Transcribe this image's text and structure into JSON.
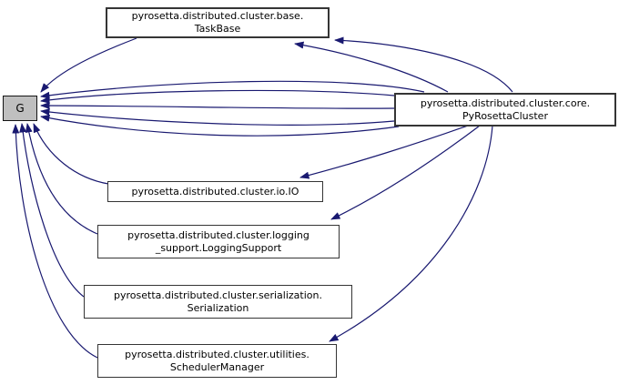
{
  "diagram": {
    "type": "class-collaboration-graph",
    "background_color": "#ffffff",
    "edge_color": "#191970",
    "node_fill": "#ffffff",
    "node_border_color": "#353535",
    "current_node_fill": "#bfbfbf",
    "nodes": {
      "g": {
        "label": "G"
      },
      "taskbase": {
        "line1": "pyrosetta.distributed.cluster.base.",
        "line2": "TaskBase"
      },
      "core": {
        "line1": "pyrosetta.distributed.cluster.core.",
        "line2": "PyRosettaCluster"
      },
      "io": {
        "line1": "pyrosetta.distributed.cluster.io.IO"
      },
      "logging": {
        "line1": "pyrosetta.distributed.cluster.logging",
        "line2": "_support.LoggingSupport"
      },
      "serialization": {
        "line1": "pyrosetta.distributed.cluster.serialization.",
        "line2": "Serialization"
      },
      "utilities": {
        "line1": "pyrosetta.distributed.cluster.utilities.",
        "line2": "SchedulerManager"
      }
    },
    "edges": [
      {
        "from": "core",
        "to": "taskbase"
      },
      {
        "from": "core",
        "to": "taskbase"
      },
      {
        "from": "core",
        "to": "io"
      },
      {
        "from": "core",
        "to": "logging"
      },
      {
        "from": "core",
        "to": "utilities"
      },
      {
        "from": "core",
        "to": "g"
      },
      {
        "from": "core",
        "to": "g"
      },
      {
        "from": "core",
        "to": "g"
      },
      {
        "from": "core",
        "to": "g"
      },
      {
        "from": "core",
        "to": "g"
      },
      {
        "from": "taskbase",
        "to": "g"
      },
      {
        "from": "io",
        "to": "g"
      },
      {
        "from": "logging",
        "to": "g"
      },
      {
        "from": "serialization",
        "to": "g"
      },
      {
        "from": "utilities",
        "to": "g"
      }
    ]
  }
}
